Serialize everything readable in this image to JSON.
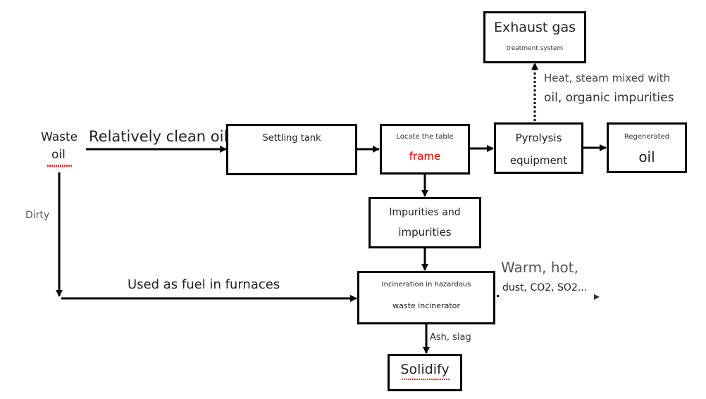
{
  "diagram": {
    "input": {
      "line1": "Waste",
      "line2": "oil"
    },
    "edges": {
      "clean": "Relatively clean oil",
      "dirty": "Dirty",
      "fuel": "Used as fuel in furnaces",
      "exhaust_line1": "Heat, steam mixed with",
      "exhaust_line2": "oil, organic impurities",
      "emission_line1": "Warm, hot,",
      "emission_line2": "dust, CO2, SO2...",
      "ash": "Ash, slag"
    },
    "nodes": {
      "settling": {
        "label": "Settling tank"
      },
      "locate": {
        "line1": "Locate the table",
        "line2": "frame"
      },
      "pyrolysis": {
        "line1": "Pyrolysis",
        "line2": "equipment"
      },
      "regenerated": {
        "line1": "Regenerated",
        "line2": "oil"
      },
      "exhaust": {
        "line1": "Exhaust gas",
        "line2": "treatment system"
      },
      "impurities": {
        "line1": "Impurities and",
        "line2": "impurities"
      },
      "incineration": {
        "line1": "Incineration in hazardous",
        "line2": "waste incinerator"
      },
      "solidify": {
        "label": "Solidify"
      }
    },
    "colors": {
      "highlight": "#e00000",
      "stroke": "#000000",
      "muted": "#555555"
    }
  }
}
